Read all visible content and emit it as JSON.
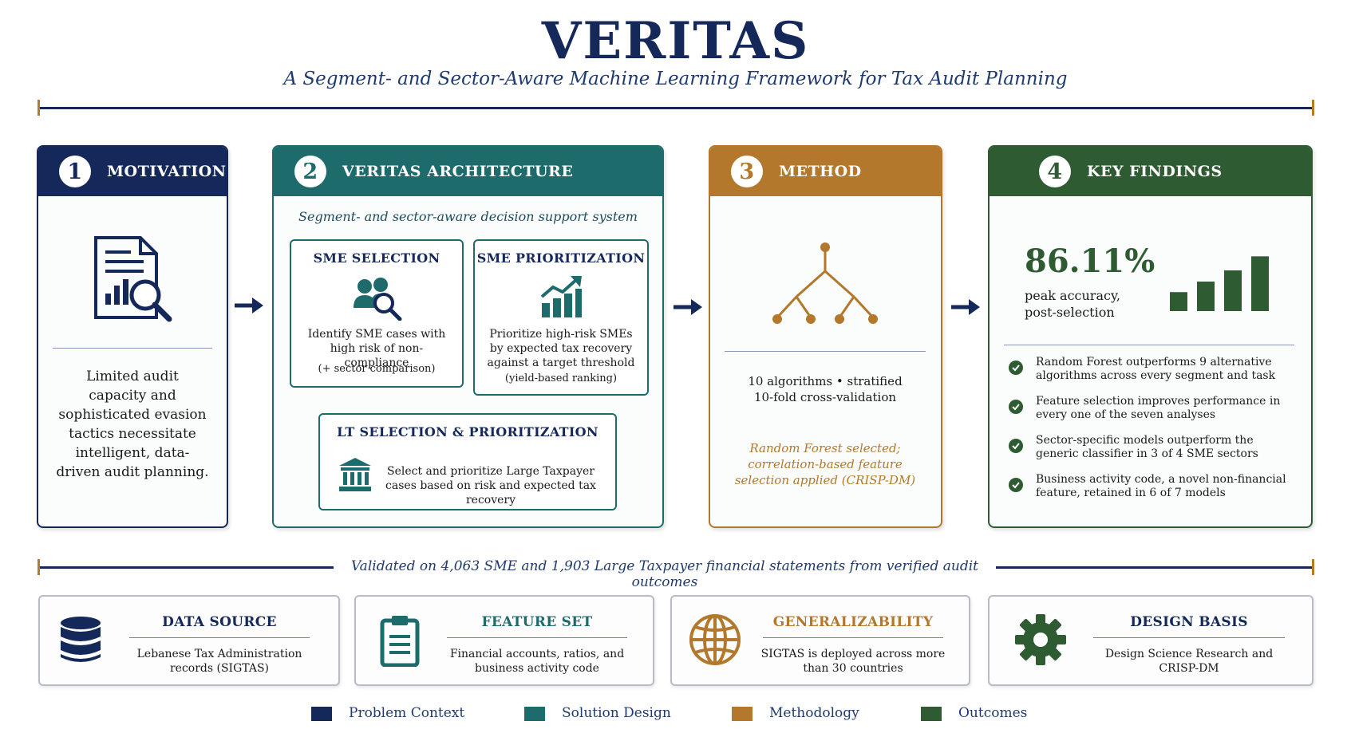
{
  "header": {
    "title": "VERITAS",
    "subtitle": "A Segment- and Sector-Aware Machine Learning Framework for Tax Audit Planning"
  },
  "colors": {
    "navy": "#15285a",
    "teal": "#1e6b6c",
    "ochre": "#b3782b",
    "green": "#2e5b32",
    "accent_tick": "#b57b2a"
  },
  "panels": {
    "motivation": {
      "number": "1",
      "title": "MOTIVATION",
      "icon": "document-chart-magnifier-icon",
      "text": "Limited audit capacity and sophisticated evasion tactics necessitate intelligent, data-driven audit planning."
    },
    "architecture": {
      "number": "2",
      "title": "VERITAS ARCHITECTURE",
      "tagline": "Segment- and sector-aware decision support system",
      "sme_selection": {
        "title": "SME SELECTION",
        "icon": "users-search-icon",
        "text": "Identify SME cases with high risk of non-compliance",
        "note": "(+ sector comparison)"
      },
      "sme_prioritization": {
        "title": "SME PRIORITIZATION",
        "icon": "growth-chart-icon",
        "text": "Prioritize high-risk SMEs by expected tax recovery against a target threshold",
        "note": "(yield-based ranking)"
      },
      "lt": {
        "title": "LT SELECTION & PRIORITIZATION",
        "icon": "bank-icon",
        "text": "Select and prioritize Large Taxpayer cases based on risk and expected tax recovery"
      }
    },
    "method": {
      "number": "3",
      "title": "METHOD",
      "icon": "decision-tree-icon",
      "text": "10 algorithms • stratified 10-fold cross-validation",
      "italic": "Random Forest selected; correlation-based feature selection applied (CRISP-DM)"
    },
    "findings": {
      "number": "4",
      "title": "KEY FINDINGS",
      "stat": "86.11%",
      "stat_label": "peak accuracy, post-selection",
      "icon": "bar-chart-icon",
      "bars": [
        0.27,
        0.42,
        0.58,
        0.78
      ],
      "items": [
        "Random Forest outperforms 9 alternative algorithms across every segment and task",
        "Feature selection improves performance in every one of the seven analyses",
        "Sector-specific models outperform the generic classifier in 3 of 4 SME sectors",
        "Business activity code, a novel non-financial feature, retained in 6 of 7 models"
      ]
    }
  },
  "validation": "Validated on 4,063 SME and 1,903 Large Taxpayer financial statements from verified audit outcomes",
  "bottom": [
    {
      "title": "DATA SOURCE",
      "desc": "Lebanese Tax Administration records (SIGTAS)",
      "icon": "database-icon"
    },
    {
      "title": "FEATURE SET",
      "desc": "Financial accounts, ratios, and business activity code",
      "icon": "clipboard-icon"
    },
    {
      "title": "GENERALIZABILITY",
      "desc": "SIGTAS is deployed across more than 30 countries",
      "icon": "globe-icon"
    },
    {
      "title": "DESIGN BASIS",
      "desc": "Design Science Research and CRISP-DM",
      "icon": "gear-icon"
    }
  ],
  "legend": [
    {
      "label": "Problem Context",
      "color": "#15285a"
    },
    {
      "label": "Solution Design",
      "color": "#1e6b6c"
    },
    {
      "label": "Methodology",
      "color": "#b3782b"
    },
    {
      "label": "Outcomes",
      "color": "#2e5b32"
    }
  ]
}
